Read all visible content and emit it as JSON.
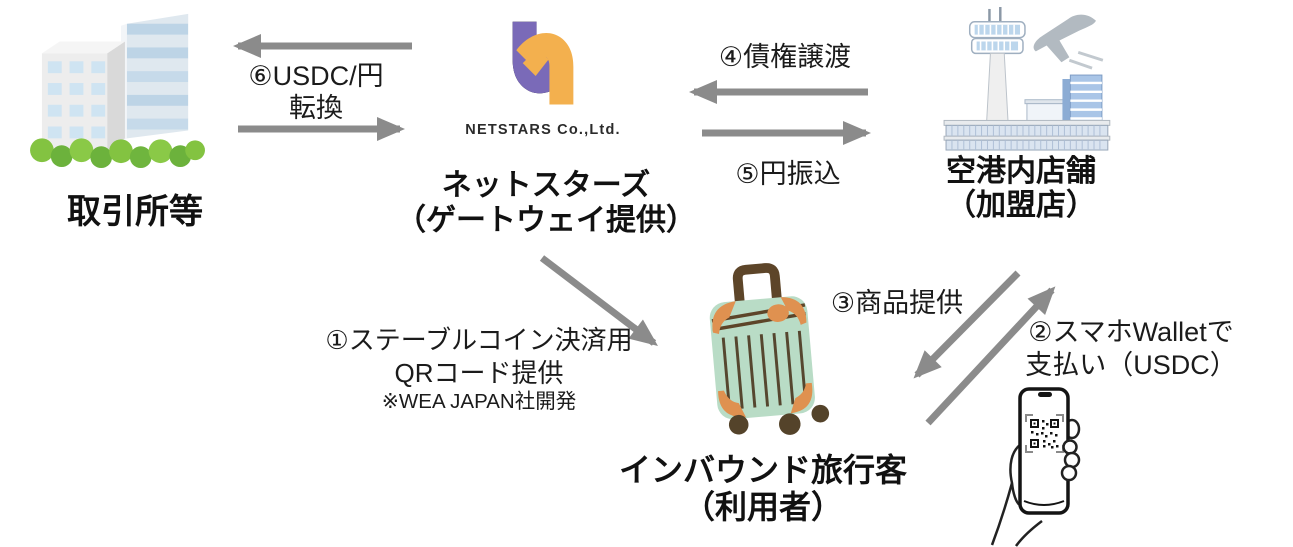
{
  "diagram": {
    "nodes": {
      "exchange": {
        "label": "取引所等",
        "icon": "office-buildings-icon"
      },
      "netstars": {
        "company": "NETSTARS Co.,Ltd.",
        "name": "ネットスターズ",
        "role": "（ゲートウェイ提供）",
        "icon": "netstars-logo"
      },
      "airport_store": {
        "name": "空港内店舗",
        "role": "（加盟店）",
        "icon": "airport-icon"
      },
      "traveler": {
        "name": "インバウンド旅行客",
        "role": "（利用者）",
        "icon": "suitcase-icon"
      },
      "smartphone": {
        "icon": "hand-holding-smartphone-qr-icon"
      }
    },
    "flows": {
      "flow1": {
        "line1": "①ステーブルコイン決済用",
        "line2": "QRコード提供",
        "note": "※WEA JAPAN社開発",
        "from": "ネットスターズ",
        "to": "インバウンド旅行客"
      },
      "flow2": {
        "line1": "②スマホWalletで",
        "line2": "支払い（USDC）",
        "from": "インバウンド旅行客",
        "to": "空港内店舗"
      },
      "flow3": {
        "label": "③商品提供",
        "from": "空港内店舗",
        "to": "インバウンド旅行客"
      },
      "flow4": {
        "label": "④債権譲渡",
        "from": "空港内店舗",
        "to": "ネットスターズ"
      },
      "flow5": {
        "label": "⑤円振込",
        "from": "ネットスターズ",
        "to": "空港内店舗"
      },
      "flow6": {
        "line1": "⑥USDC/円",
        "line2": "転換",
        "from": "ネットスターズ",
        "to": "取引所等"
      }
    },
    "colors": {
      "arrow_gray": "#8b8b8b",
      "text_black": "#1b1b1b",
      "netstars_purple": "#7a6ab8",
      "netstars_yellow": "#f3b04e",
      "tree_green": "#7cbe41",
      "building_window_blue": "#cfe3f1",
      "airport_blue": "#a9c5e7",
      "suitcase_mint": "#b9dcc6",
      "suitcase_brown": "#5d4529",
      "suitcase_orange": "#df9150"
    }
  }
}
